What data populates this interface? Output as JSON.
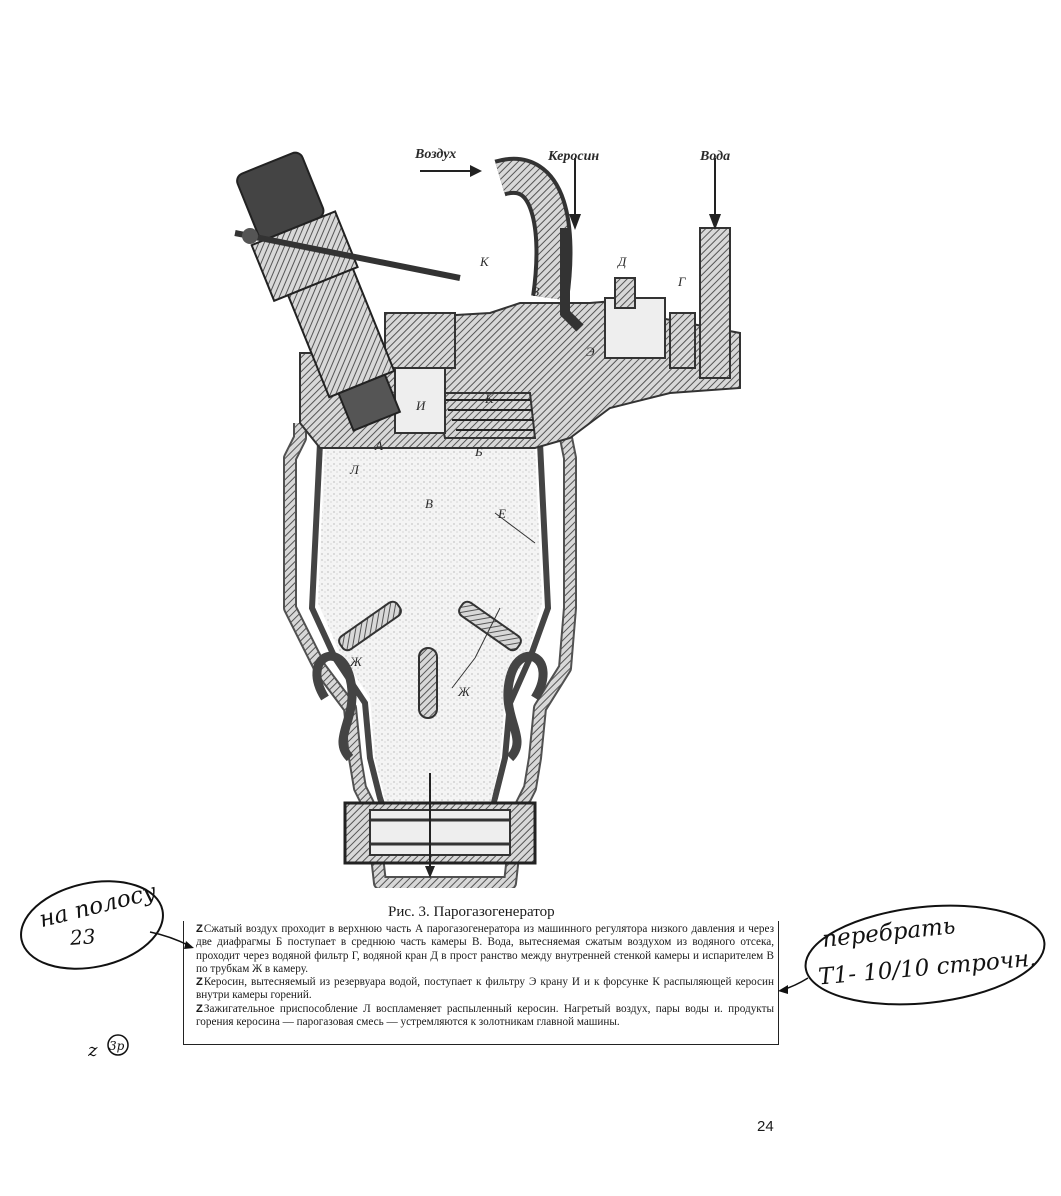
{
  "diagram": {
    "labels": {
      "air": "Воздух",
      "kerosene": "Керосин",
      "water": "Вода",
      "a": "А",
      "b": "Б",
      "v": "В",
      "g": "Г",
      "d": "Д",
      "e": "Е",
      "zh1": "Ж",
      "zh2": "Ж",
      "z": "З",
      "i": "И",
      "k1": "К",
      "k2": "К",
      "l": "Л",
      "e2": "Э"
    }
  },
  "caption": "Рис. 3. Парогазогенератор",
  "paragraphs": [
    {
      "mark": "Z",
      "text": "Сжатый воздух проходит в верхнюю часть А парогазогенератора из машинного регулятора низкого давления и через две диафрагмы Б поступает в среднюю часть камеры В. Вода, вытесняемая сжатым воздухом из водяного отсека, проходит через водяной фильтр Г, водяной кран Д в прост ранство между внутренней стенкой камеры и испарителем В по трубкам Ж в камеру."
    },
    {
      "mark": "Z",
      "text": "Керосин, вытесняемый из резервуара водой, поступает к фильтру Э крану И и к форсунке К распыляющей керосин внутри камеры горений."
    },
    {
      "mark": "Z",
      "text": "Зажигательное приспособление Л воспламеняет распыленный керосин. Нагретый воздух, пары воды и. продукты горения керосина — парогазовая смесь — устремляются к золотникам главной машины."
    }
  ],
  "page_number": "24",
  "handwriting": {
    "left_note_line1": "на полосу",
    "left_note_line2": "23",
    "right_note_line1": "перебрать",
    "right_note_line2": "Т1- 10/10 строчн.",
    "margin_mark": "3р"
  }
}
